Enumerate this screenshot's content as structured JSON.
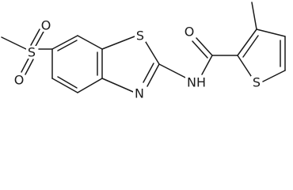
{
  "molecule": {
    "atom_labels": {
      "sulfonyl_s": "S",
      "sulfonyl_o_top": "O",
      "sulfonyl_o_bottom": "O",
      "thiazole_s": "S",
      "thiazole_n": "N",
      "amide_nh": "NH",
      "carbonyl_o": "O",
      "thiophene_s": "S"
    },
    "colors": {
      "ink": "#1a1a1a",
      "background": "#ffffff"
    }
  }
}
